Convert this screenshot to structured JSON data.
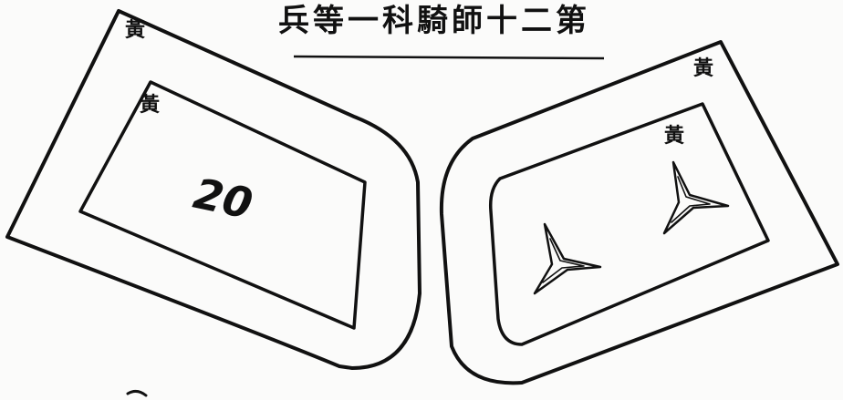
{
  "title": "兵等一科騎師十二第",
  "left_tab": {
    "outer_color_label": "黃",
    "inner_color_label": "黃",
    "number": "20"
  },
  "right_tab": {
    "outer_color_label": "黃",
    "inner_color_label": "黃",
    "insignia": [
      "three-point-star-icon",
      "three-point-star-icon"
    ]
  }
}
